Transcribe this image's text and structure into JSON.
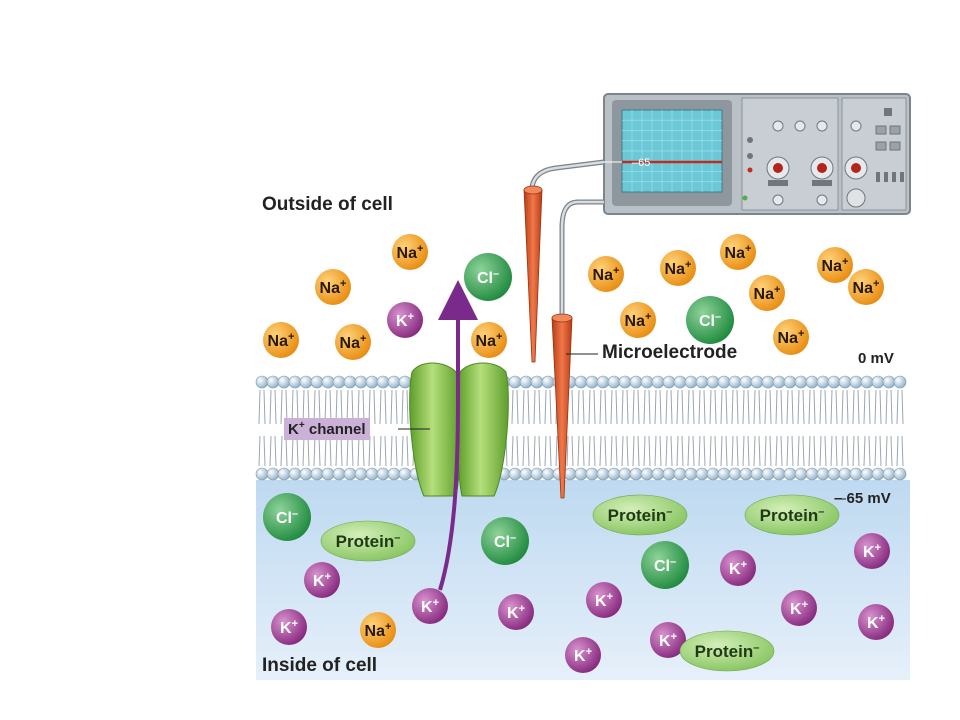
{
  "labels": {
    "outside": "Outside of cell",
    "inside": "Inside of cell",
    "microelectrode": "Microelectrode",
    "zero_mv": "0 mV",
    "minus65_mv": "– 65 mV",
    "k_channel_k": "K",
    "k_channel_plus": "+",
    "k_channel_text": " channel"
  },
  "oscilloscope": {
    "reading": "–65"
  },
  "ions_outside": [
    {
      "type": "Na",
      "label": "Na",
      "charge": "+"
    },
    {
      "type": "Na",
      "label": "Na",
      "charge": "+"
    },
    {
      "type": "Cl",
      "label": "Cl",
      "charge": "–"
    },
    {
      "type": "K",
      "label": "K",
      "charge": "+"
    },
    {
      "type": "Na",
      "label": "Na",
      "charge": "+"
    },
    {
      "type": "Na",
      "label": "Na",
      "charge": "+"
    },
    {
      "type": "Na",
      "label": "Na",
      "charge": "+"
    },
    {
      "type": "Na",
      "label": "Na",
      "charge": "+"
    },
    {
      "type": "Na",
      "label": "Na",
      "charge": "+"
    },
    {
      "type": "Na",
      "label": "Na",
      "charge": "+"
    },
    {
      "type": "Na",
      "label": "Na",
      "charge": "+"
    },
    {
      "type": "Na",
      "label": "Na",
      "charge": "+"
    },
    {
      "type": "Na",
      "label": "Na",
      "charge": "+"
    },
    {
      "type": "Cl",
      "label": "Cl",
      "charge": "–"
    },
    {
      "type": "Na",
      "label": "Na",
      "charge": "+"
    },
    {
      "type": "Na",
      "label": "Na",
      "charge": "+"
    }
  ],
  "ions_inside": [
    {
      "type": "Cl",
      "label": "Cl",
      "charge": "–"
    },
    {
      "type": "Protein",
      "label": "Protein",
      "charge": "–"
    },
    {
      "type": "K",
      "label": "K",
      "charge": "+"
    },
    {
      "type": "K",
      "label": "K",
      "charge": "+"
    },
    {
      "type": "Na",
      "label": "Na",
      "charge": "+"
    },
    {
      "type": "K",
      "label": "K",
      "charge": "+"
    },
    {
      "type": "Cl",
      "label": "Cl",
      "charge": "–"
    },
    {
      "type": "K",
      "label": "K",
      "charge": "+"
    },
    {
      "type": "Protein",
      "label": "Protein",
      "charge": "–"
    },
    {
      "type": "Cl",
      "label": "Cl",
      "charge": "–"
    },
    {
      "type": "K",
      "label": "K",
      "charge": "+"
    },
    {
      "type": "K",
      "label": "K",
      "charge": "+"
    },
    {
      "type": "K",
      "label": "K",
      "charge": "+"
    },
    {
      "type": "K",
      "label": "K",
      "charge": "+"
    },
    {
      "type": "Protein",
      "label": "Protein",
      "charge": "–"
    },
    {
      "type": "Protein",
      "label": "Protein",
      "charge": "–"
    },
    {
      "type": "K",
      "label": "K",
      "charge": "+"
    },
    {
      "type": "K",
      "label": "K",
      "charge": "+"
    },
    {
      "type": "K",
      "label": "K",
      "charge": "+"
    }
  ],
  "colors": {
    "na": "#f4a11f",
    "cl": "#3ea65a",
    "k": "#9c3f93",
    "protein": "#a9d88a",
    "electrode": "#e0552a",
    "arrow": "#7a2a8a",
    "channel": "#7fbf3f",
    "cytoplasm": "#cfe3f5"
  }
}
